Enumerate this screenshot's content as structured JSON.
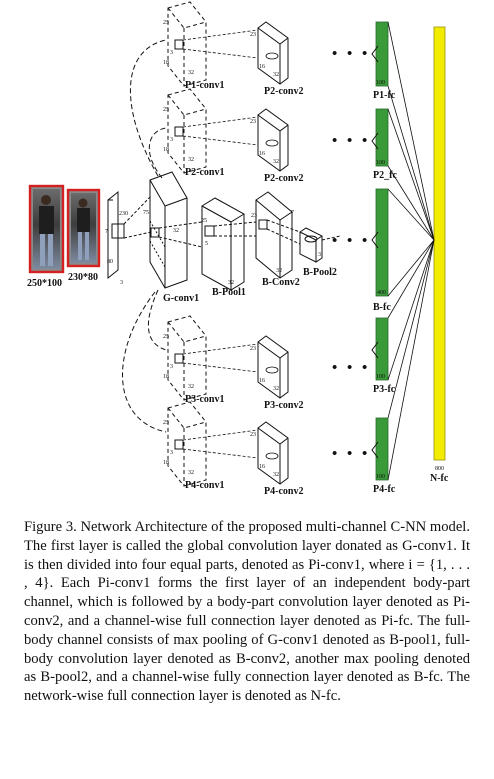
{
  "diagram": {
    "inputs": [
      {
        "label": "250*100"
      },
      {
        "label": "230*80"
      }
    ],
    "input_dims": {
      "h": "230",
      "w": "80",
      "c": "3"
    },
    "gconv": {
      "label": "G-conv1",
      "dim1": "75",
      "dim2": "32",
      "k": "7"
    },
    "bpool1": {
      "label": "B-Pool1",
      "dim1": "25",
      "dim2": "32",
      "k": "5"
    },
    "bconv2": {
      "label": "B-Conv2",
      "dim1": "23",
      "dim2": "32"
    },
    "bpool2": {
      "label": "B-Pool2",
      "dim1": "7",
      "dim2": "3"
    },
    "parts": [
      {
        "conv1": "P1-conv1",
        "conv2": "P2-conv2",
        "fc": "P1-fc",
        "fc_dim": "100",
        "d25": "25",
        "d18": "18",
        "d32": "32",
        "d3": "3",
        "c23": "23",
        "c16": "16",
        "c32": "32"
      },
      {
        "conv1": "P2-conv1",
        "conv2": "P2-conv2",
        "fc": "P2_fc",
        "fc_dim": "100",
        "d25": "25",
        "d18": "18",
        "d32": "32",
        "d3": "3",
        "c23": "23",
        "c16": "16",
        "c32": "32"
      },
      {
        "conv1": "P3-conv1",
        "conv2": "P3-conv2",
        "fc": "P3-fc",
        "fc_dim": "100",
        "d25": "25",
        "d18": "18",
        "d32": "32",
        "d3": "3",
        "c23": "23",
        "c16": "16",
        "c32": "32"
      },
      {
        "conv1": "P4-conv1",
        "conv2": "P4-conv2",
        "fc": "P4-fc",
        "fc_dim": "100",
        "d25": "25",
        "d18": "18",
        "d32": "32",
        "d3": "3",
        "c23": "23",
        "c16": "16",
        "c32": "32"
      }
    ],
    "bfc": {
      "label": "B-fc",
      "dim": "400"
    },
    "nfc": {
      "label": "N-fc",
      "dim": "800"
    },
    "ellipsis": "• • •",
    "colors": {
      "fc": "#3a9a3a",
      "nfc": "#f2ec00",
      "input_border": "#d42020"
    }
  },
  "caption": "Figure 3. Network Architecture of the proposed multi-channel C-NN model. The first layer is called the global convolution layer donated as G-conv1. It is then divided into four equal parts, denoted as Pi-conv1, where i = {1, . . . , 4}. Each Pi-conv1 forms the first layer of an independent body-part channel, which is followed by a body-part convolution layer denoted as Pi-conv2, and a channel-wise full connection layer denoted as Pi-fc. The full-body channel consists of max pooling of G-conv1 denoted as B-pool1, full-body convolution layer denoted as B-conv2, another max pooling denoted as B-pool2, and a channel-wise fully connection layer denoted as B-fc. The network-wise full connection layer is denoted as N-fc."
}
